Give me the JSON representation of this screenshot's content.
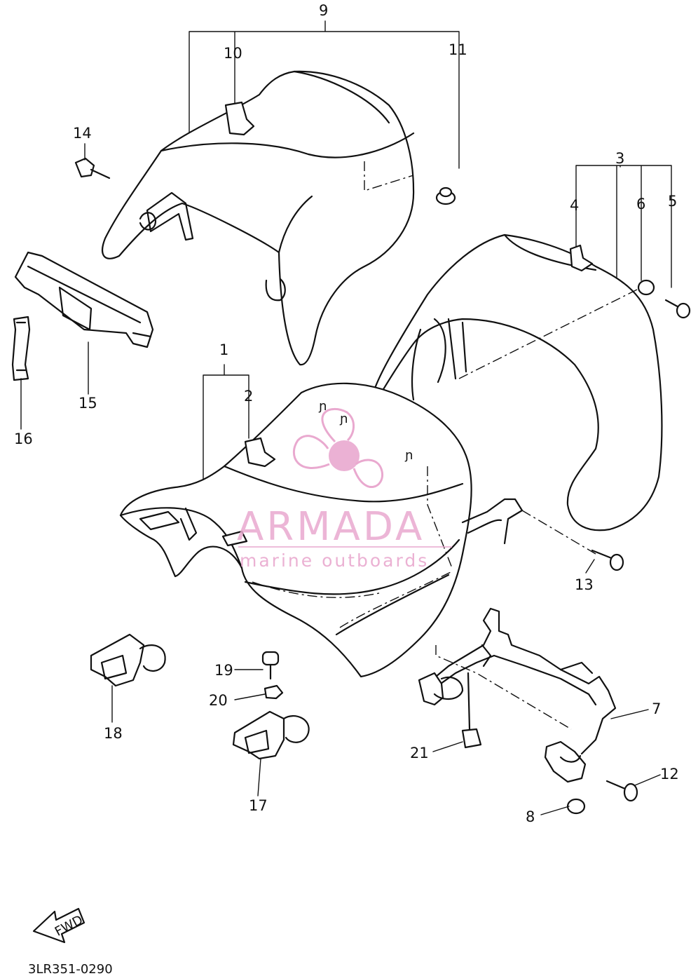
{
  "diagram_code": "3LR351-0290",
  "fwd_label": "FWD",
  "watermark": {
    "brand": "ARMADA",
    "tagline": "marine outboards",
    "color": "#e9a9cf"
  },
  "callouts": [
    "1",
    "2",
    "3",
    "4",
    "5",
    "6",
    "7",
    "8",
    "9",
    "10",
    "11",
    "12",
    "13",
    "14",
    "15",
    "16",
    "17",
    "18",
    "19",
    "20",
    "21"
  ]
}
